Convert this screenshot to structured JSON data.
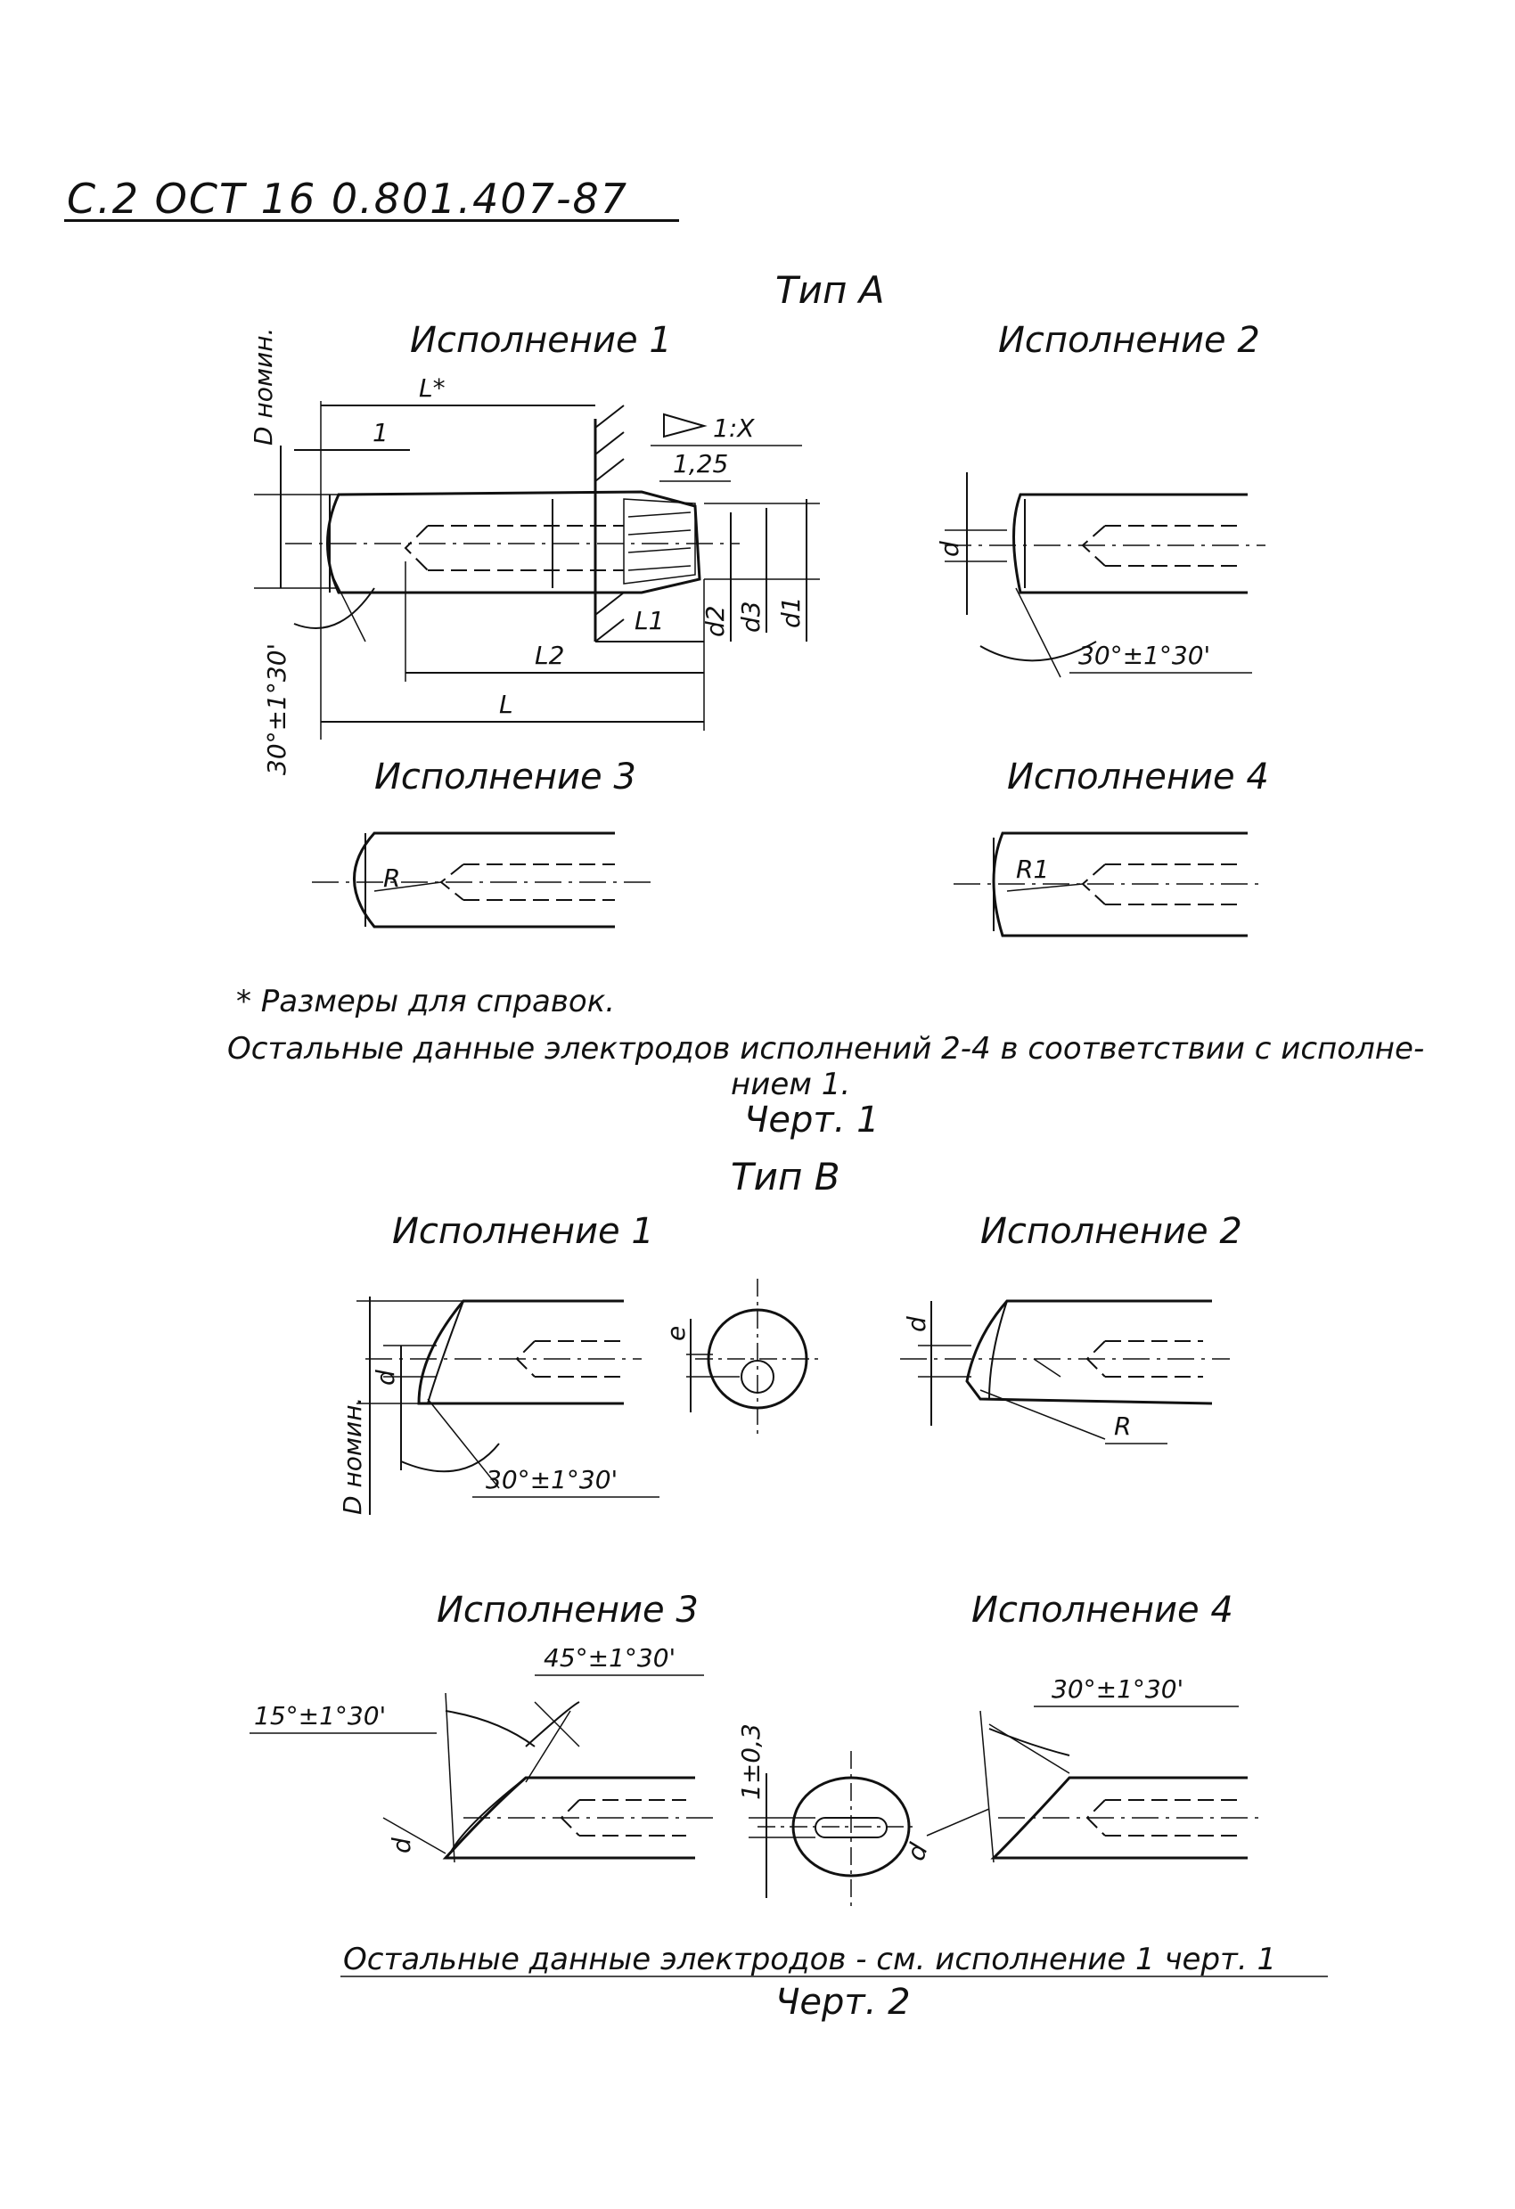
{
  "header": {
    "doc_id": "С.2  ОСТ 16 0.801.407-87"
  },
  "drawing1": {
    "type_title": "Тип А",
    "variants": [
      "Исполнение 1",
      "Исполнение 2",
      "Исполнение 3",
      "Исполнение 4"
    ],
    "dims": {
      "d_nom": "D номин.",
      "l_star": "L*",
      "one": "1",
      "taper": "1:X",
      "r125": "1,25",
      "l1": "L1",
      "l2": "L2",
      "l": "L",
      "d2": "d2",
      "d3": "d3",
      "d1": "d1",
      "angle1": "30°±1°30'",
      "d": "d",
      "angle2": "30°±1°30'",
      "r": "R",
      "r1": "R1"
    },
    "notes": {
      "ref": "* Размеры для справок.",
      "rest_line1": "Остальные данные электродов исполнений 2-4 в соответствии с исполне-",
      "rest_line2": "нием 1."
    },
    "caption": "Черт. 1"
  },
  "drawing2": {
    "type_title": "Тип В",
    "variants": [
      "Исполнение 1",
      "Исполнение 2",
      "Исполнение 3",
      "Исполнение 4"
    ],
    "dims": {
      "e": "e",
      "d_a": "d",
      "d_nom": "D номин.",
      "angle_a": "30°±1°30'",
      "d_b": "d",
      "r": "R",
      "angle_c1": "15°±1°30'",
      "angle_c2": "45°±1°30'",
      "d_c": "d",
      "tol": "1±0,3",
      "angle_d": "30°±1°30'",
      "d_d": "d"
    },
    "note": "Остальные данные электродов - см. исполнение 1 черт. 1",
    "caption": "Черт. 2"
  }
}
